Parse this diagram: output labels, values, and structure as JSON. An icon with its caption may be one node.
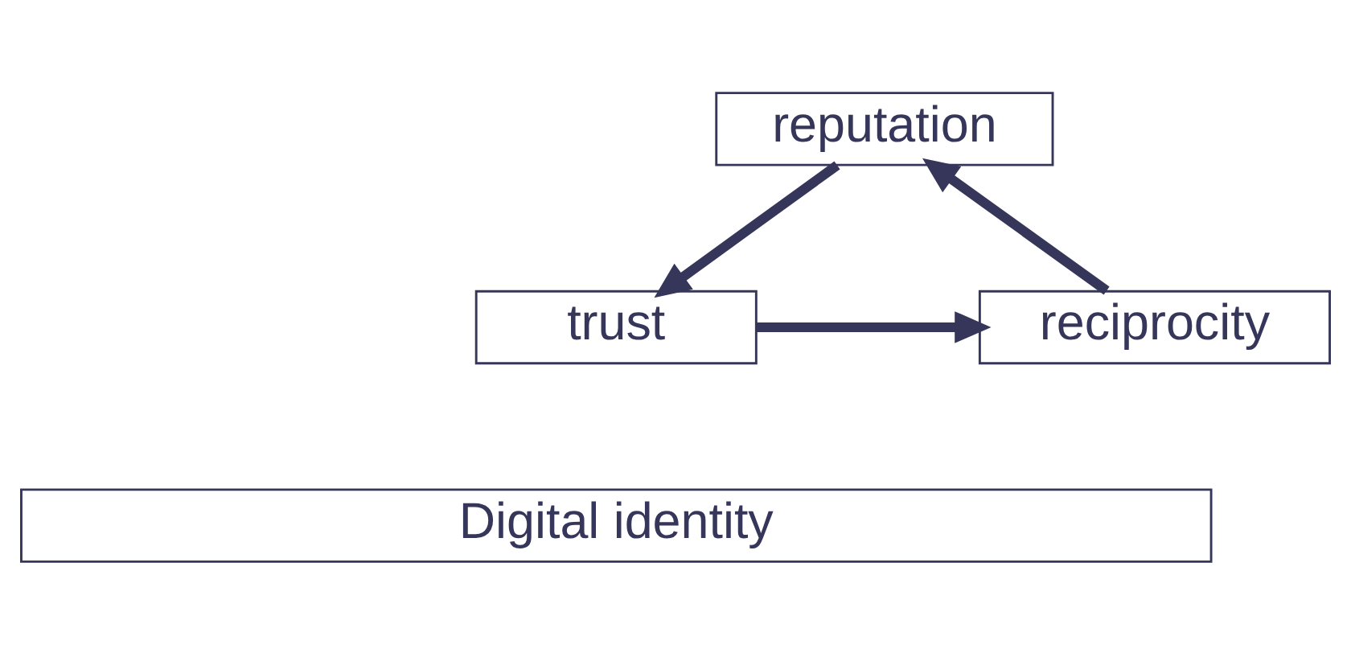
{
  "diagram": {
    "nodes": [
      {
        "text": [
          "reputation"
        ]
      },
      {
        "text": [
          "trust"
        ]
      },
      {
        "text": [
          "reciprocity"
        ]
      },
      {
        "text": [
          "Digital identity"
        ]
      }
    ],
    "edges": [
      {
        "from": 0,
        "to": 1,
        "arrow": "to"
      },
      {
        "from": 1,
        "to": 2,
        "arrow": "to"
      },
      {
        "from": 2,
        "to": 0,
        "arrow": "to"
      }
    ]
  }
}
